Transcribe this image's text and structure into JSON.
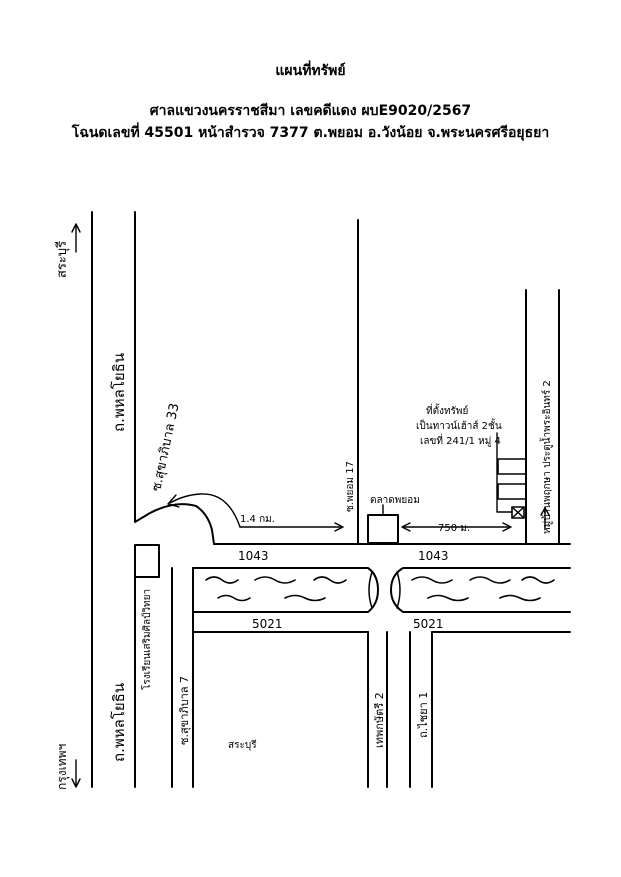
{
  "header": {
    "title": "แผนที่ทรัพย์",
    "subtitle": "ศาลแขวงนครราชสีมา เลขคดีแดง ผบE9020/2567",
    "deed_line": "โฉนดเลขที่ 45501 หน้าสำรวจ 7377 ต.พยอม อ.วังน้อย จ.พระนครศรีอยุธยา"
  },
  "map": {
    "direction_top": "สระบุรี",
    "direction_bottom": "กรุงเทพฯ",
    "road_main_top": "ถ.พหลโยธิน",
    "road_main_bottom": "ถ.พหลโยธิน",
    "soi_sukhaphiban_33": "ซ.สุขาภิบาล 33",
    "soi_sukhaphiban_7": "ซ.สุขาภิบาล 7",
    "school": "โรงเรียนเสริมศิลป์วิทยา",
    "distance_1": "1.4 กม.",
    "distance_2": "750 ม.",
    "road_1043_left": "1043",
    "road_1043_right": "1043",
    "road_5021_left": "5021",
    "road_5021_right": "5021",
    "soi_phayom_17": "ซ.พยอม 17",
    "market": "ตลาดพยอม",
    "property_line1": "ที่ตั้งทรัพย์",
    "property_line2": "เป็นทาวน์เฮ้าส์ 2ชั้น",
    "property_line3": "เลขที่ 241/1 หมู่ 4",
    "village": "หมู่บ้านพฤกษา ประตูน้ำพระอินทร์ 2",
    "soi_thepkasat_2": "เทพกษัตรี 2",
    "soi_chaiya_1": "ถ.ไชยา 1",
    "area_saraburi": "สระบุรี"
  }
}
